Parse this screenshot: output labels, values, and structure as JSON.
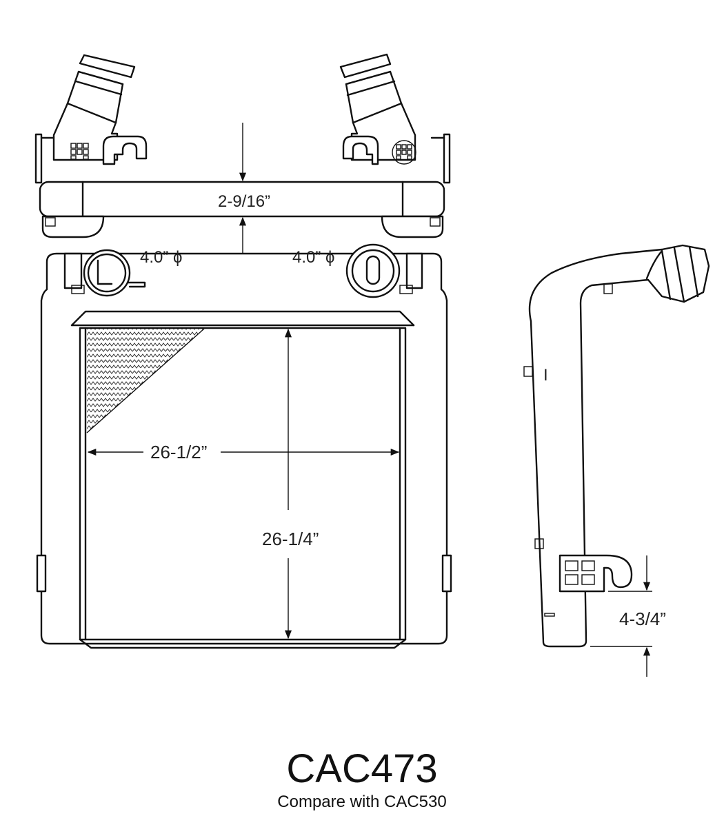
{
  "drawing": {
    "dimensions": {
      "top_depth": "2-9/16”",
      "inlet_diameter_left": "4.0” ϕ",
      "inlet_diameter_right": "4.0” ϕ",
      "core_width": "26-1/2”",
      "core_height": "26-1/4”",
      "bracket_offset": "4-3/4”"
    },
    "side_view_marker": "I"
  },
  "footer": {
    "part_number": "CAC473",
    "compare_note": "Compare with CAC530"
  }
}
